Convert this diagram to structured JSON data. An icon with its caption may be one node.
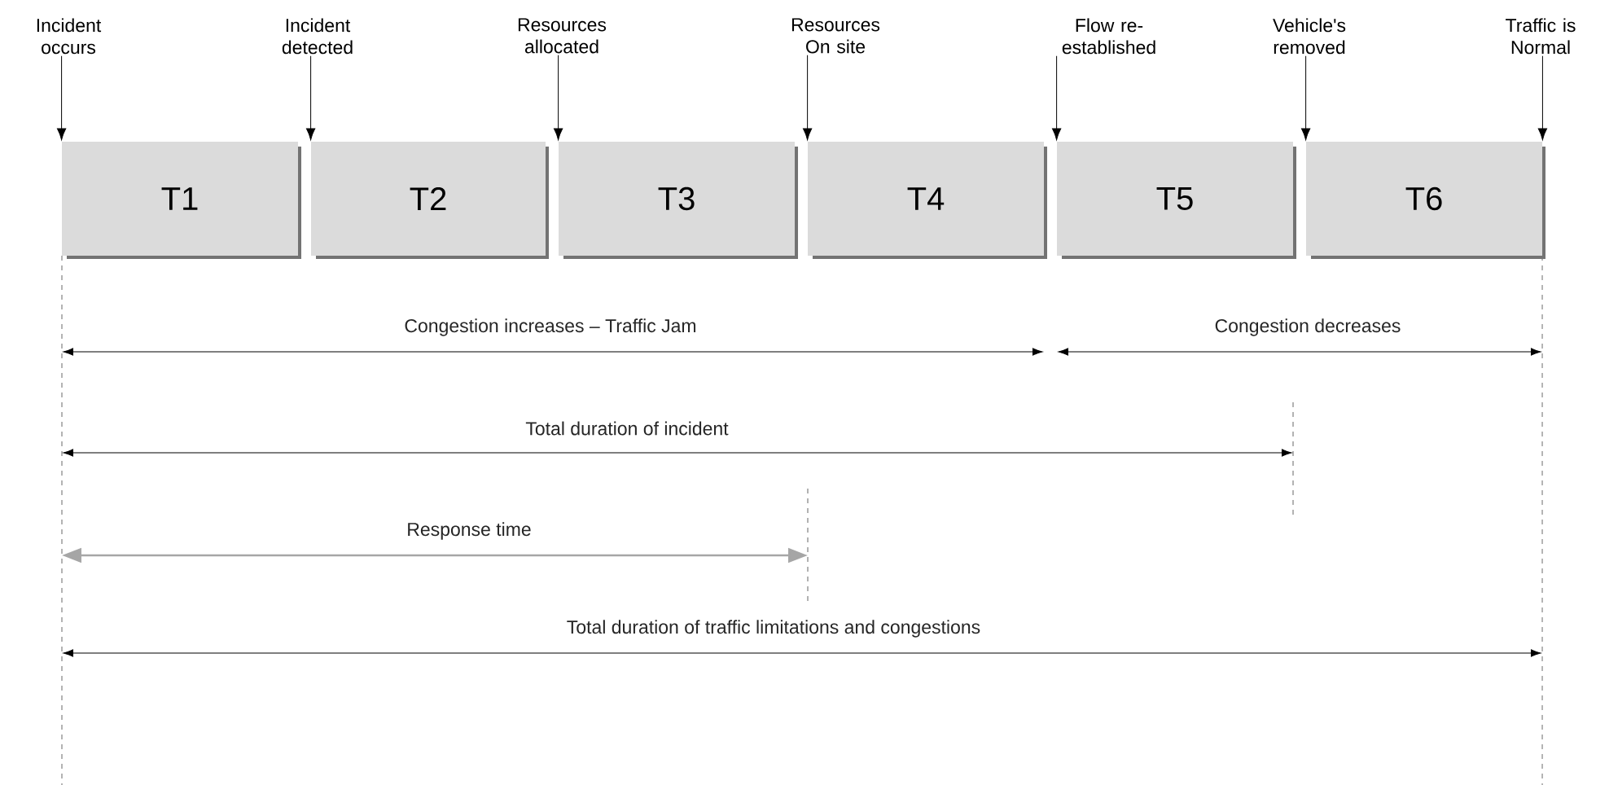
{
  "diagram": {
    "nodes": [
      {
        "text": [
          "T1"
        ]
      },
      {
        "text": [
          "T2"
        ]
      },
      {
        "text": [
          "T3"
        ]
      },
      {
        "text": [
          "T4"
        ]
      },
      {
        "text": [
          "T5"
        ]
      },
      {
        "text": [
          "T6"
        ]
      },
      {
        "text": [
          "Incident occurs"
        ]
      },
      {
        "text": [
          "Incident detected"
        ]
      },
      {
        "text": [
          "Resources allocated"
        ]
      },
      {
        "text": [
          "Resources On site"
        ]
      },
      {
        "text": [
          "Flow re-established"
        ]
      },
      {
        "text": [
          "Vehicle's removed"
        ]
      },
      {
        "text": [
          "Traffic is Normal"
        ]
      }
    ],
    "edges": [
      {
        "from": 6,
        "to": 0,
        "arrow": "to"
      },
      {
        "from": 7,
        "to": 1,
        "arrow": "to"
      },
      {
        "from": 8,
        "to": 2,
        "arrow": "to"
      },
      {
        "from": 9,
        "to": 3,
        "arrow": "to"
      },
      {
        "from": 10,
        "to": 4,
        "arrow": "to"
      },
      {
        "from": 11,
        "to": 5,
        "arrow": "to"
      },
      {
        "from": 12,
        "to": 5,
        "arrow": "to"
      }
    ],
    "labels": [
      "Congestion increases – Traffic Jam",
      "Congestion decreases",
      "Total duration of incident",
      "Response time",
      "Total duration of traffic limitations and congestions"
    ]
  }
}
